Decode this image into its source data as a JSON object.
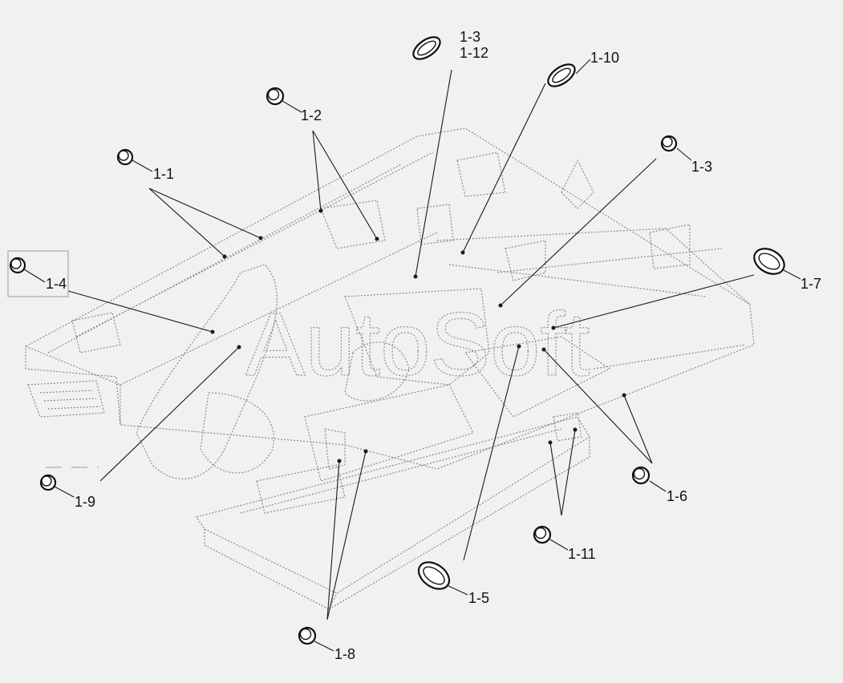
{
  "watermark": "AutoSoft",
  "callouts": {
    "c1_1": "1-1",
    "c1_2": "1-2",
    "c1_3a": "1-3",
    "c1_12": "1-12",
    "c1_10": "1-10",
    "c1_3b": "1-3",
    "c1_4": "1-4",
    "c1_7": "1-7",
    "c1_9": "1-9",
    "c1_6": "1-6",
    "c1_11": "1-11",
    "c1_5": "1-5",
    "c1_8": "1-8"
  }
}
